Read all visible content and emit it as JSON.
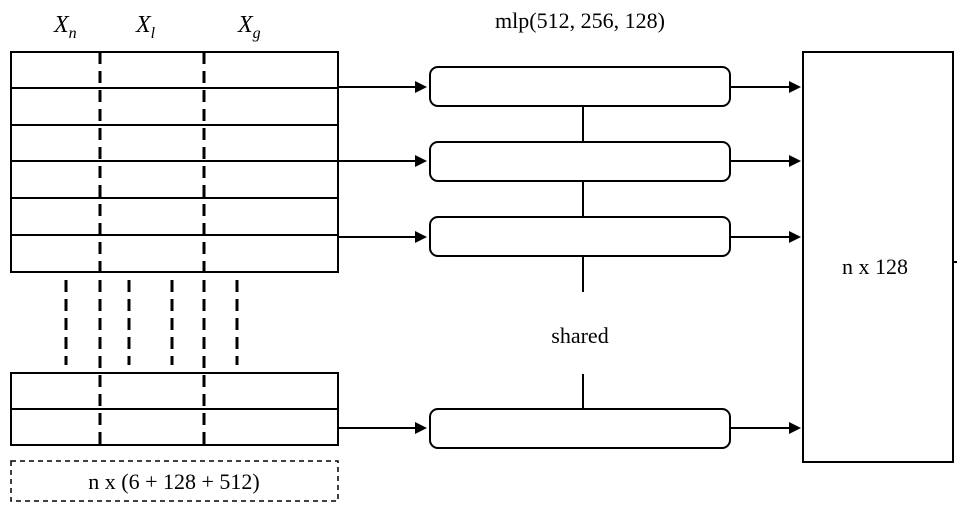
{
  "columns": {
    "xn": {
      "base": "X",
      "sub": "n"
    },
    "xl": {
      "base": "X",
      "sub": "l"
    },
    "xg": {
      "base": "X",
      "sub": "g"
    }
  },
  "mlp_label": "mlp(512, 256, 128)",
  "shared_label": "shared",
  "output_label": "n x 128",
  "input_dims_label": "n x (6 + 128 + 512)",
  "colors": {
    "stroke": "#000000",
    "background": "#ffffff"
  }
}
